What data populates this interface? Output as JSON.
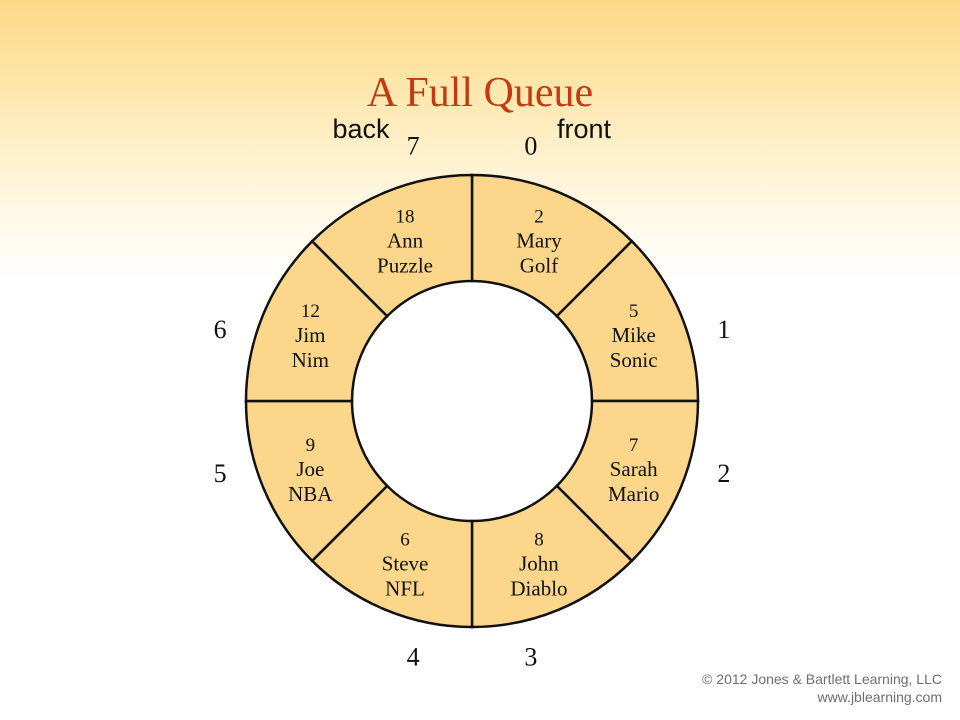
{
  "title": "A Full Queue",
  "labels": {
    "back": "back",
    "front": "front"
  },
  "slots": [
    {
      "index": "0",
      "item": [
        "2",
        "Mary",
        "Golf"
      ]
    },
    {
      "index": "1",
      "item": [
        "5",
        "Mike",
        "Sonic"
      ]
    },
    {
      "index": "2",
      "item": [
        "7",
        "Sarah",
        "Mario"
      ]
    },
    {
      "index": "3",
      "item": [
        "8",
        "John",
        "Diablo"
      ]
    },
    {
      "index": "4",
      "item": [
        "6",
        "Steve",
        "NFL"
      ]
    },
    {
      "index": "5",
      "item": [
        "9",
        "Joe",
        "NBA"
      ]
    },
    {
      "index": "6",
      "item": [
        "12",
        "Jim",
        "Nim"
      ]
    },
    {
      "index": "7",
      "item": [
        "18",
        "Ann",
        "Puzzle"
      ]
    }
  ],
  "colors": {
    "title": "#c33a12",
    "segment_fill": "#fcd68a",
    "stroke": "#111111"
  },
  "copyright": {
    "line1": "© 2012 Jones & Bartlett Learning, LLC",
    "line2": "www.jblearning.com"
  }
}
